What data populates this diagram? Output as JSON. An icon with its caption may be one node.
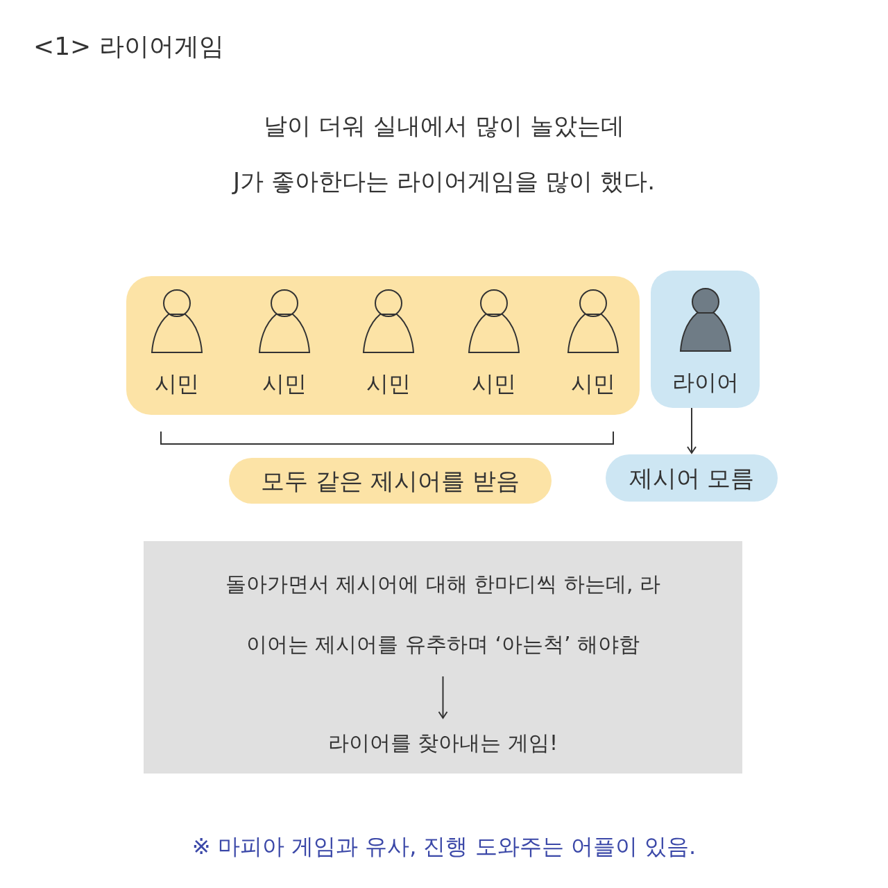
{
  "diagram": {
    "title": "<1> 라이어게임",
    "nodes": [
      {
        "text": [],
        "shape": "box"
      },
      {
        "text": [
          "시민"
        ],
        "in": 0
      },
      {
        "text": [
          "시민"
        ],
        "in": 0
      },
      {
        "text": [
          "시민"
        ],
        "in": 0
      },
      {
        "text": [
          "시민"
        ],
        "in": 0
      },
      {
        "text": [
          "시민"
        ],
        "in": 0
      },
      {
        "text": [
          "라이어"
        ]
      },
      {
        "text": [
          "모두 같은 제시어를 받음"
        ]
      },
      {
        "text": [
          "제시어 모름"
        ]
      },
      {
        "text": [],
        "shape": "box"
      },
      {
        "text": [
          "돌아가면서 제시어에 대해 한마디씩 하는데, 라이어는 제시어를 유추하며 ‘아는척’ 해야함"
        ],
        "in": 9
      },
      {
        "text": [
          "라이어를 찾아내는 게임!"
        ],
        "in": 9
      }
    ],
    "edges": [
      {
        "from": 6,
        "to": 8,
        "arrow": "to"
      },
      {
        "from": 10,
        "to": 11,
        "arrow": "to"
      }
    ],
    "labels": [
      "날이 더워 실내에서 많이 놀았는데",
      "J가 좋아한다는 라이어게임을 많이 했다.",
      "※ 마피아 게임과 유사, 진행 도와주는 어플이 있음."
    ]
  }
}
